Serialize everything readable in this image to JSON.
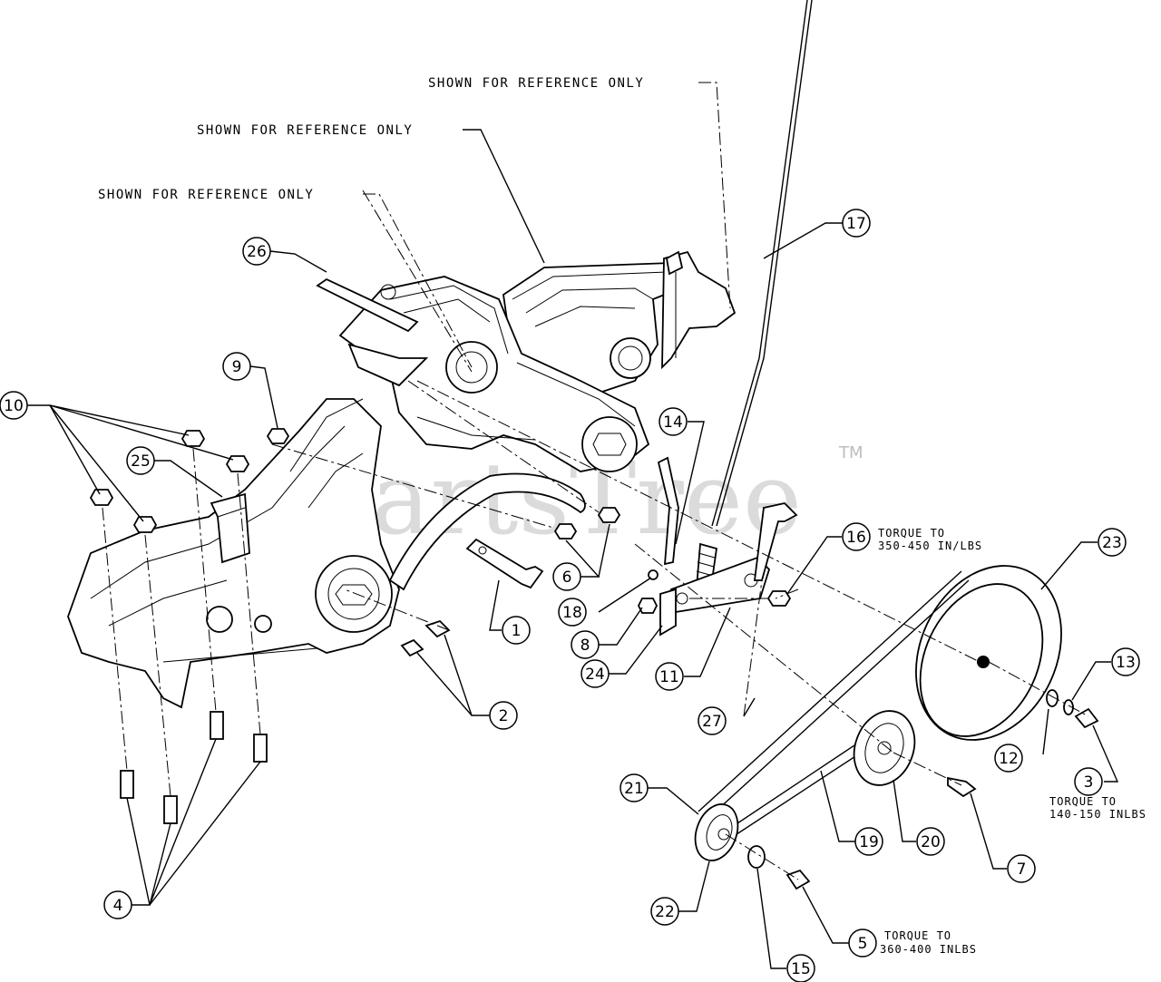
{
  "diagram": {
    "reference_notes": [
      "SHOWN FOR REFERENCE ONLY",
      "SHOWN FOR REFERENCE ONLY",
      "SHOWN FOR REFERENCE ONLY"
    ],
    "torque_notes": {
      "part16": [
        "TORQUE TO",
        "350-450 IN/LBS"
      ],
      "part3": [
        "TORQUE TO",
        "140-150 INLBS"
      ],
      "part5": [
        "TORQUE TO",
        "360-400 INLBS"
      ]
    },
    "watermark": "PartsTree",
    "trademark": "TM",
    "callouts": {
      "c1": "1",
      "c2": "2",
      "c3": "3",
      "c4": "4",
      "c5": "5",
      "c6": "6",
      "c7": "7",
      "c8": "8",
      "c9": "9",
      "c10": "10",
      "c11": "11",
      "c12": "12",
      "c13": "13",
      "c14": "14",
      "c15": "15",
      "c16": "16",
      "c17": "17",
      "c18": "18",
      "c19": "19",
      "c20": "20",
      "c21": "21",
      "c22": "22",
      "c23": "23",
      "c24": "24",
      "c25": "25",
      "c26": "26",
      "c27": "27"
    }
  }
}
